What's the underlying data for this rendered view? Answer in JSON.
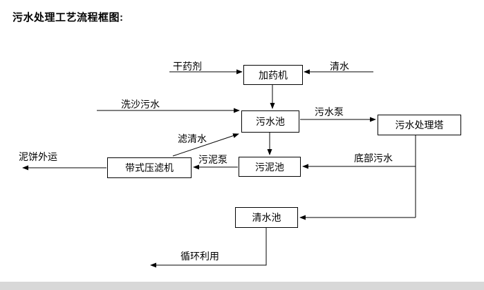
{
  "page": {
    "title": "污水处理工艺流程框图:"
  },
  "nodes": {
    "dosing_machine": "加药机",
    "sewage_pool": "污水池",
    "treatment_tower": "污水处理塔",
    "sludge_pool": "污泥池",
    "belt_filter_press": "带式压滤机",
    "clean_water_pool": "清水池"
  },
  "edge_labels": {
    "dry_chemical": "干药剂",
    "clean_water": "清水",
    "sand_washing_sewage": "洗沙污水",
    "sewage_pump": "污水泵",
    "filtered_water": "滤清水",
    "sludge_pump": "污泥泵",
    "bottom_sewage": "底部污水",
    "mud_cake_out": "泥饼外运",
    "recycle_use": "循环利用"
  },
  "colors": {
    "line": "#000000",
    "box_border": "#000000",
    "background": "#ffffff",
    "text": "#000000",
    "bottom_strip": "#d8d8d8"
  }
}
